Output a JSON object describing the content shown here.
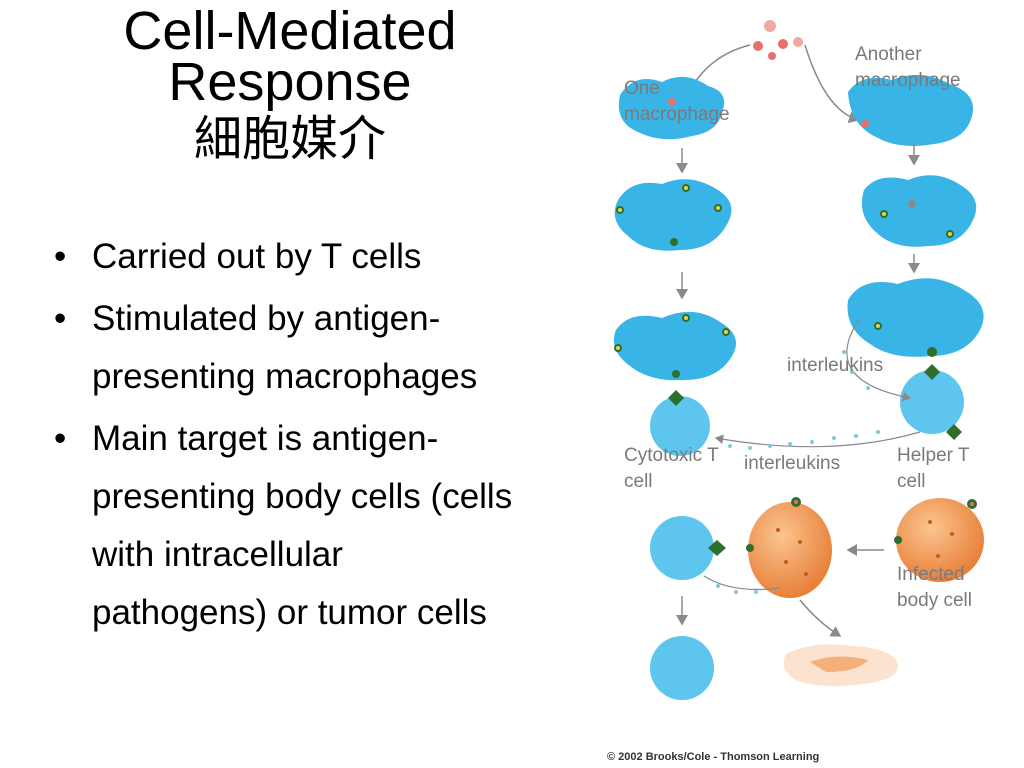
{
  "title": {
    "line1": "Cell-Mediated",
    "line2": "Response",
    "line3": "細胞媒介"
  },
  "bullets": [
    {
      "text": "Carried out by T cells"
    },
    {
      "text": "Stimulated by antigen-presenting macrophages"
    },
    {
      "text": "Main target is antigen-presenting body cells (cells with intracellular pathogens) or tumor cells"
    }
  ],
  "bullet_symbol": "•",
  "figure": {
    "labels": {
      "one_macrophage": "One macrophage",
      "another_macrophage": "Another macrophage",
      "interleukins_1": "interleukins",
      "interleukins_2": "interleukins",
      "cytotoxic_t_cell": "Cytotoxic T cell",
      "helper_t_cell": "Helper T cell",
      "infected_body_cell": "Infected body cell"
    },
    "copyright": "© 2002 Brooks/Cole - Thomson Learning",
    "colors": {
      "macrophage": "#39b4e6",
      "t_cell": "#5ec6ee",
      "infected_cell": "#f29a55",
      "antigen": "#e8706a",
      "receptor": "#2f6f2e",
      "arrow": "#8a8a8a",
      "interleukin_dots": "#7ec9e0"
    }
  }
}
